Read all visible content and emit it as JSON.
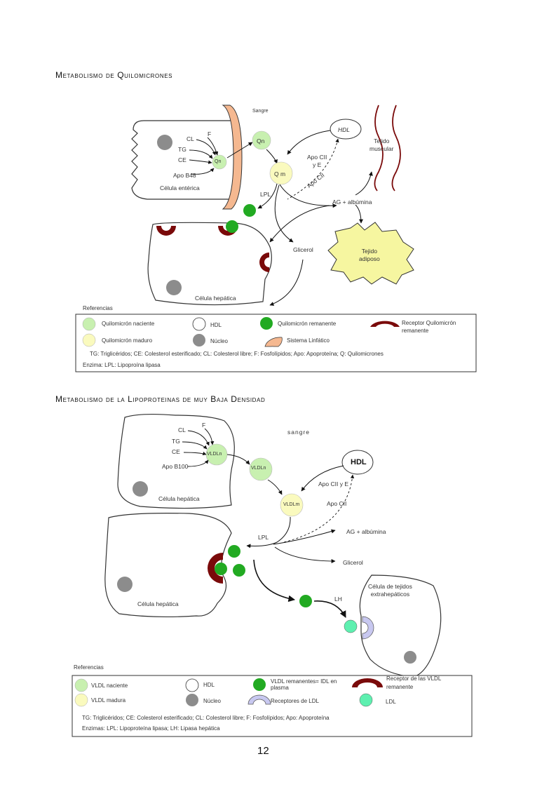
{
  "section1": {
    "title": "Metabolismo de Quilomicrones",
    "labels": {
      "sangre": "Sangre",
      "hdl": "HDL",
      "tejido_muscular": "Tejido\nmuscular",
      "cl": "CL",
      "f": "F",
      "tg": "TG",
      "ce": "CE",
      "apo_b48": "Apo B48",
      "celula_enterica": "Célula entérica",
      "qn_vessel": "Qn",
      "qn_cell": "Qn",
      "qm": "Q m",
      "apo_cii_e": "Apo CII\ny E",
      "apo_cii_dashed": "Apo CII",
      "lpl": "LPL",
      "ag_albumina": "AG + albúmina",
      "glicerol": "Glicerol",
      "tejido_adiposo": "Tejido\nadiposo",
      "celula_hepatica": "Célula hepática"
    },
    "references": {
      "heading": "Referencias",
      "items": [
        {
          "label": "Quilomicrón naciente",
          "icon": "light-green-circle"
        },
        {
          "label": "HDL",
          "icon": "white-circle"
        },
        {
          "label": "Quilomicrón remanente",
          "icon": "green-circle"
        },
        {
          "label": "Receptor Quilomicrón remanente",
          "icon": "dark-red-arc"
        },
        {
          "label": "Quilomicrón maduro",
          "icon": "light-yellow-circle"
        },
        {
          "label": "Núcleo",
          "icon": "gray-circle"
        },
        {
          "label": "Sistema Linfático",
          "icon": "peach-arc"
        }
      ],
      "legend_line1": "TG: Triglicéridos; CE: Colesterol esterificado; CL: Colesterol libre; F: Fosfolípidos; Apo: Apoproteína; Q: Quilomicrones",
      "legend_line2": "Enzima: LPL: Lipoproína lipasa"
    }
  },
  "section2": {
    "title": "Metabolismo de la Lipoproteinas de muy Baja Densidad",
    "labels": {
      "cl": "CL",
      "f": "F",
      "tg": "TG",
      "ce": "CE",
      "apo_b100": "Apo B100",
      "vldl_cell": "VLDLn",
      "celula_hepatica_top": "Célula hepática",
      "sangre": "sangre",
      "vldl_blood": "VLDLn",
      "hdl": "HDL",
      "apo_cii_e": "Apo CII y E",
      "vldl_mature": "VLDLm",
      "apo_cii": "Apo CII",
      "lpl": "LPL",
      "ag_albumina": "AG + albúmina",
      "glicerol": "Glicerol",
      "celula_hepatica_bottom": "Célula hepática",
      "celula_extrahepatica": "Célula de tejidos\nextrahepáticos",
      "lh": "LH"
    },
    "references": {
      "heading": "Referencias",
      "items": [
        {
          "label": "VLDL naciente",
          "icon": "light-green-circle"
        },
        {
          "label": "HDL",
          "icon": "white-circle"
        },
        {
          "label": "VLDL remanentes= IDL en plasma",
          "icon": "green-circle"
        },
        {
          "label": "Receptor de las VLDL remanente",
          "icon": "dark-red-arc"
        },
        {
          "label": "VLDL madura",
          "icon": "light-yellow-circle"
        },
        {
          "label": "Núcleo",
          "icon": "gray-circle"
        },
        {
          "label": "Receptores de LDL",
          "icon": "lavender-arc"
        },
        {
          "label": "LDL",
          "icon": "mint-circle"
        }
      ],
      "legend_line1": "TG: Triglicéridos; CE: Colesterol esterificado; CL: Colesterol libre; F: Fosfolípidos; Apo: Apoproteína",
      "legend_line2": "Enzimas: LPL: Lipoproteína lipasa; LH: Lipasa hepática"
    }
  },
  "page_number": "12",
  "colors": {
    "nascent": "#c8f0b0",
    "mature": "#fafabe",
    "remnant": "#22aa22",
    "nucleus": "#8c8c8c",
    "receptor": "#7a0a0a",
    "lymph": "#f5b890",
    "adipose": "#f6f6a0",
    "ldl": "#5ef0b0",
    "ldl_receptor": "#c8c8f0"
  }
}
